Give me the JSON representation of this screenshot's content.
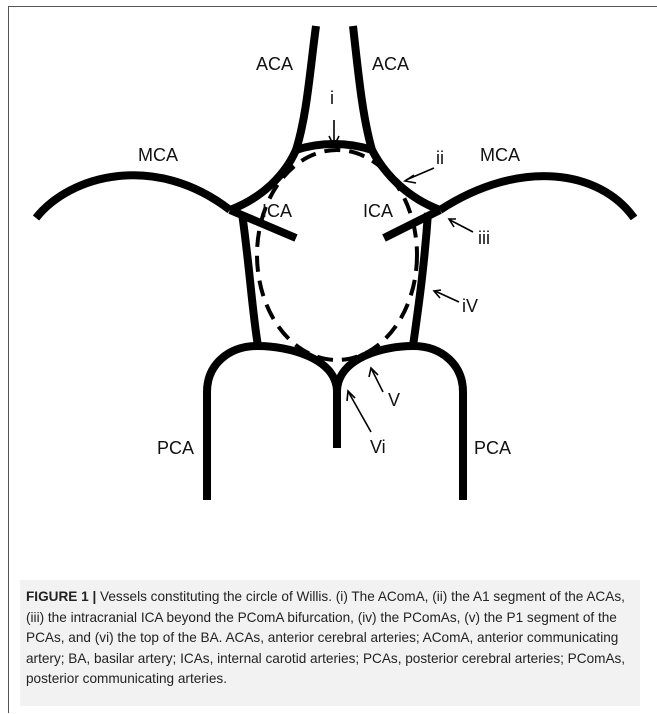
{
  "labels": {
    "aca_left": "ACA",
    "aca_right": "ACA",
    "mca_left": "MCA",
    "mca_right": "MCA",
    "ica_left": "ICA",
    "ica_right": "ICA",
    "pca_left": "PCA",
    "pca_right": "PCA",
    "roman_i": "i",
    "roman_ii": "ii",
    "roman_iii": "iii",
    "roman_iv": "iV",
    "roman_v": "V",
    "roman_vi": "Vi"
  },
  "caption": {
    "figure_label": "FIGURE 1 |",
    "text": " Vessels constituting the circle of Willis. (i) The AComA, (ii) the A1 segment of the ACAs, (iii) the intracranial ICA beyond the PComA bifurcation, (iv) the PComAs, (v) the P1 segment of the PCAs, and (vi) the top of the BA. ACAs, anterior cerebral arteries; AComA, anterior communicating artery; BA, basilar artery; ICAs, internal carotid arteries; PCAs, posterior cerebral arteries; PComAs, posterior communicating arteries."
  }
}
